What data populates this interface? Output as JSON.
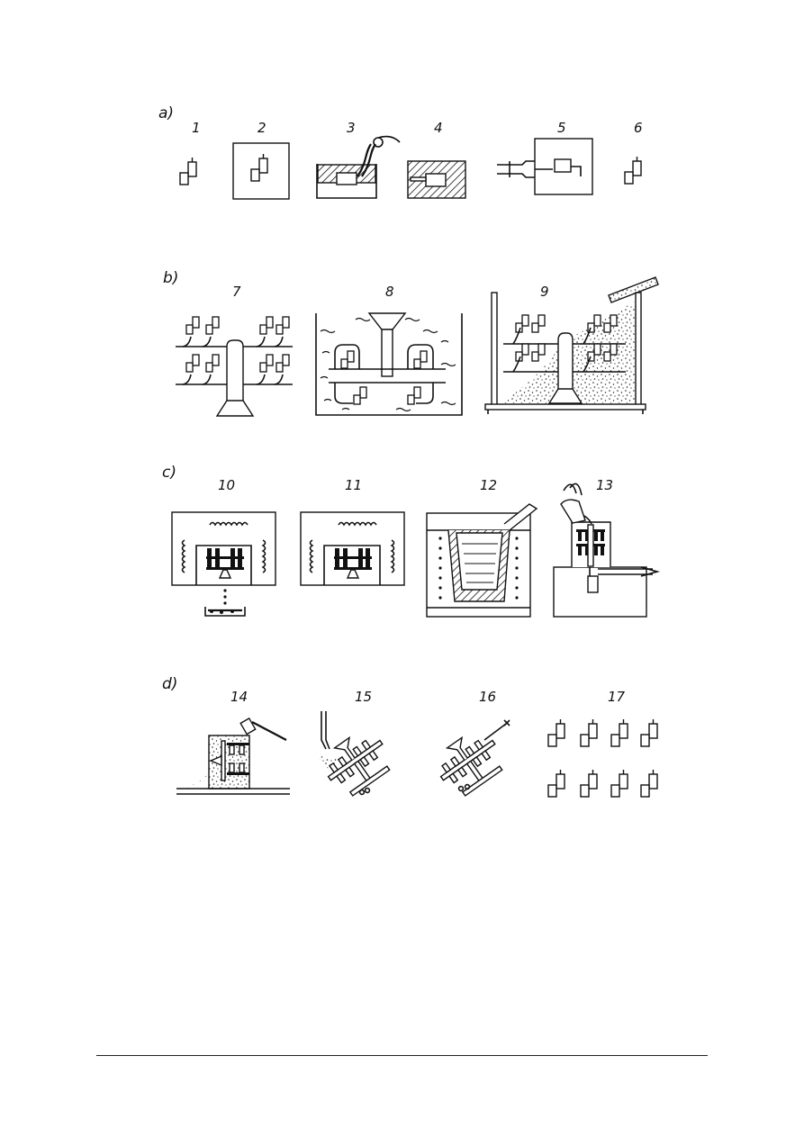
{
  "figure": {
    "rows": [
      {
        "id": "a",
        "label": "a)"
      },
      {
        "id": "b",
        "label": "b)"
      },
      {
        "id": "c",
        "label": "c)"
      },
      {
        "id": "d",
        "label": "d)"
      }
    ],
    "steps": [
      "1",
      "2",
      "3",
      "4",
      "5",
      "6",
      "7",
      "8",
      "9",
      "10",
      "11",
      "12",
      "13",
      "14",
      "15",
      "16",
      "17"
    ]
  }
}
